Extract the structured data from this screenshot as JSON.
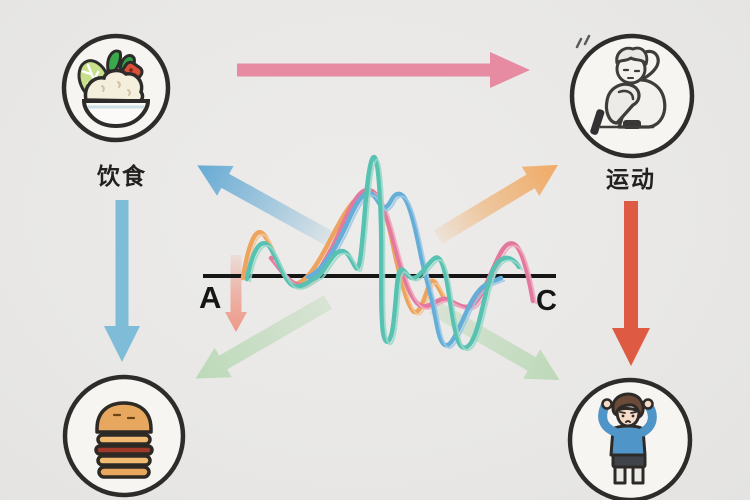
{
  "diagram": {
    "nodes": {
      "diet": {
        "label": "饮食",
        "icon": "salad-bowl-icon"
      },
      "exercise": {
        "label": "运动",
        "icon": "resting-person-icon"
      },
      "burger": {
        "icon": "burger-icon"
      },
      "stress": {
        "icon": "stressed-person-icon"
      }
    },
    "baseline": {
      "left_label": "A",
      "right_label": "C"
    }
  },
  "colors": {
    "arrow_pink": "#e78ba3",
    "arrow_blue": "#7fbcd8",
    "arrow_red": "#df5a43",
    "arrow_blue_diag": "#5fa7d3",
    "arrow_orange_diag": "#f0a75f",
    "arrow_green": "#9fcf9a",
    "arrow_salmon": "#ee8f7d",
    "baseline_black": "#161616",
    "curve_teal": "#57c1b2",
    "curve_teal_light": "#9ad9c9",
    "curve_pink": "#e4799f",
    "curve_pink_light": "#f0a9c0",
    "curve_blue": "#64aed8",
    "curve_blue_light": "#9bc8e6",
    "curve_orange": "#eda45f",
    "curve_orange_light": "#f4c693",
    "circle_outline": "#2e2c2a",
    "circle_fill": "#f7f5f1"
  }
}
